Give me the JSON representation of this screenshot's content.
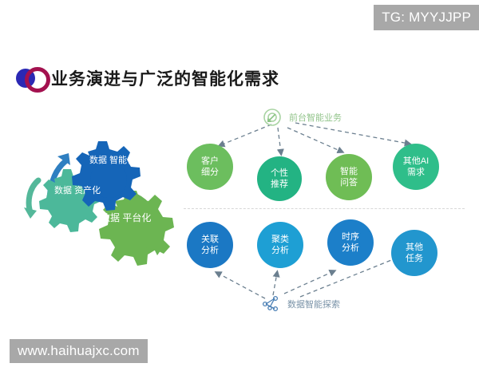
{
  "watermarks": {
    "top": "TG: MYYJJPP",
    "bottom": "www.haihuajxc.com"
  },
  "slide": {
    "title": "业务演进与广泛的智能化需求",
    "logo_icon": "overlapping-circles-logo",
    "background_color": "#ffffff"
  },
  "gear_diagram": {
    "name": "数据演进齿轮组",
    "gears": [
      {
        "id": "intelligence",
        "label_line1": "数据",
        "label_line2": "智能化",
        "color": "#1565b8"
      },
      {
        "id": "assetization",
        "label_line1": "数据",
        "label_line2": "资产化",
        "color": "#4cb89a"
      },
      {
        "id": "platform",
        "label_line1": "数据",
        "label_line2": "平台化",
        "color": "#6cb552"
      }
    ],
    "arrow_colors": {
      "blue": "#2f7fc1",
      "teal": "#54b89a",
      "green": "#69b455"
    }
  },
  "right_panel": {
    "top_group": {
      "caption": "前台智能业务",
      "caption_color": "#93c58c",
      "icon": "target-arrow-icon",
      "nodes": [
        {
          "line1": "客户",
          "line2": "细分",
          "color": "#6cbe5e"
        },
        {
          "line1": "个性",
          "line2": "推荐",
          "color": "#23b383"
        },
        {
          "line1": "智能",
          "line2": "问答",
          "color": "#6fbd55"
        },
        {
          "line1": "其他AI",
          "line2": "需求",
          "color": "#2fbe8a"
        }
      ]
    },
    "bottom_group": {
      "caption": "数据智能探索",
      "caption_color": "#7a93a8",
      "icon": "network-share-icon",
      "nodes": [
        {
          "line1": "关联",
          "line2": "分析",
          "color": "#1b78c4"
        },
        {
          "line1": "聚类",
          "line2": "分析",
          "color": "#1e9fd4"
        },
        {
          "line1": "时序",
          "line2": "分析",
          "color": "#1c7fc9"
        },
        {
          "line1": "其他",
          "line2": "任务",
          "color": "#2296ce"
        }
      ]
    },
    "divider_color": "#d8d8d8",
    "connector_color": "#6b7f8f"
  }
}
